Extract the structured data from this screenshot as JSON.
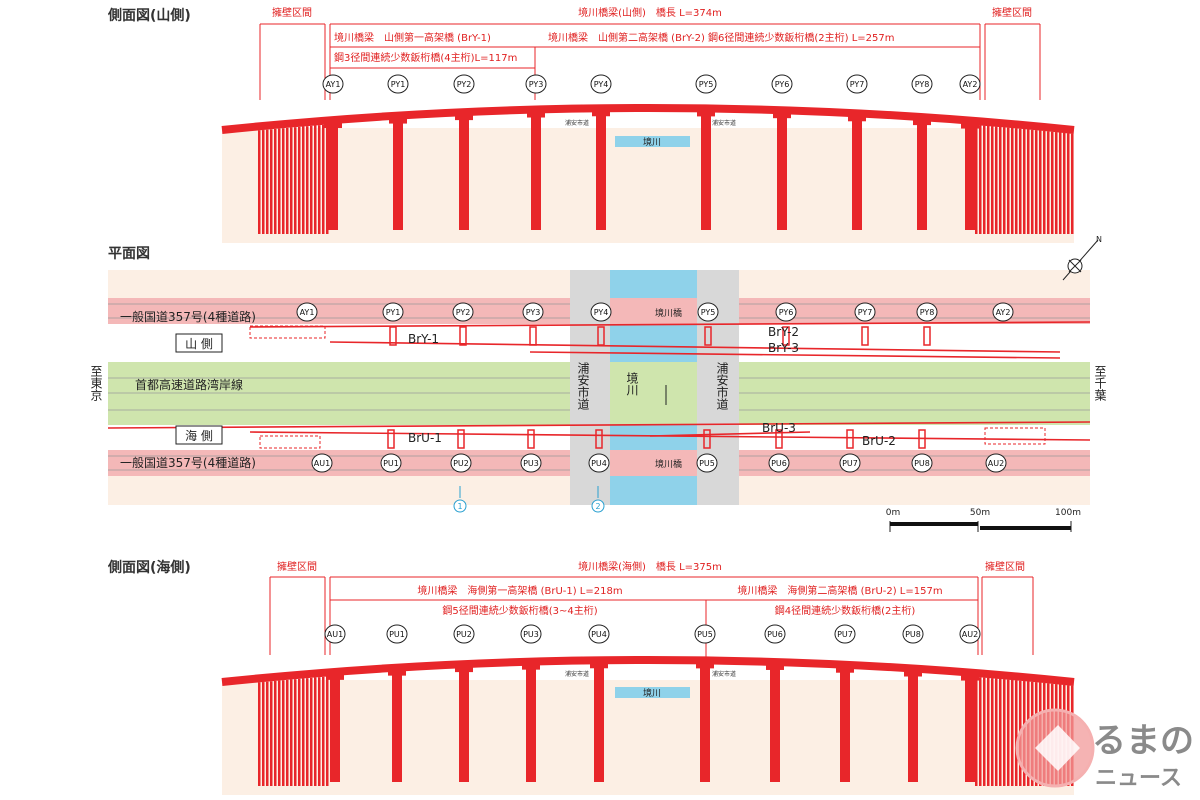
{
  "elevation_yama": {
    "title": "側面図(山側)",
    "retaining_left": "擁壁区間",
    "retaining_right": "擁壁区間",
    "bridge_total": "境川橋梁(山側)　橋長 L=374m",
    "span1": "境川橋梁　山側第一高架橋 (BrY-1)",
    "span2": "境川橋梁　山側第二高架橋 (BrY-2) 鋼6径間連続少数鈑桁橋(2主桁) L=257m",
    "span1_type": "鋼3径間連続少数鈑桁橋(4主桁)L=117m",
    "piers": [
      "AY1",
      "PY1",
      "PY2",
      "PY3",
      "PY4",
      "PY5",
      "PY6",
      "PY7",
      "PY8",
      "AY2"
    ],
    "road_left": "浦安市道",
    "road_right": "浦安市道",
    "river": "境川"
  },
  "plan": {
    "title": "平面図",
    "route_top": "一般国道357号(4種道路)",
    "route_bottom": "一般国道357号(4種道路)",
    "yama_side": "山 側",
    "umi_side": "海 側",
    "expressway": "首都高速道路湾岸線",
    "to_tokyo": "至東京",
    "to_chiba": "至千葉",
    "city_road_left": "浦安市道",
    "city_road_right": "浦安市道",
    "river": "境川",
    "bridge_top": "境川橋",
    "bridge_bottom": "境川橋",
    "piers_top": [
      "AY1",
      "PY1",
      "PY2",
      "PY3",
      "PY4",
      "PY5",
      "PY6",
      "PY7",
      "PY8",
      "AY2"
    ],
    "piers_bottom": [
      "AU1",
      "PU1",
      "PU2",
      "PU3",
      "PU4",
      "PU5",
      "PU6",
      "PU7",
      "PU8",
      "AU2"
    ],
    "bridges": {
      "bry1": "BrY-1",
      "bry2": "BrY-2",
      "bry3": "BrY-3",
      "bru1": "BrU-1",
      "bru2": "BrU-2",
      "bru3": "BrU-3"
    },
    "markers": [
      "1",
      "2"
    ],
    "scale": [
      "0m",
      "50m",
      "100m"
    ],
    "north": "N"
  },
  "elevation_umi": {
    "title": "側面図(海側)",
    "retaining_left": "擁壁区間",
    "retaining_right": "擁壁区間",
    "bridge_total": "境川橋梁(海側)　橋長 L=375m",
    "span1": "境川橋梁　海側第一高架橋 (BrU-1) L=218m",
    "span2": "境川橋梁　海側第二高架橋 (BrU-2) L=157m",
    "span1_type": "鋼5径間連続少数鈑桁橋(3~4主桁)",
    "span2_type": "鋼4径間連続少数鈑桁橋(2主桁)",
    "piers": [
      "AU1",
      "PU1",
      "PU2",
      "PU3",
      "PU4",
      "PU5",
      "PU6",
      "PU7",
      "PU8",
      "AU2"
    ],
    "road_left": "浦安市道",
    "road_right": "浦安市道",
    "river": "境川"
  },
  "logo": {
    "line1": "るまの",
    "line2": "ニュース"
  },
  "colors": {
    "red": "#e8262a",
    "peach": "#fcefe4",
    "pink": "#f4b8b8",
    "green": "#cfe5ad",
    "river": "#8fd2ea",
    "grey": "#9a9a9a"
  }
}
